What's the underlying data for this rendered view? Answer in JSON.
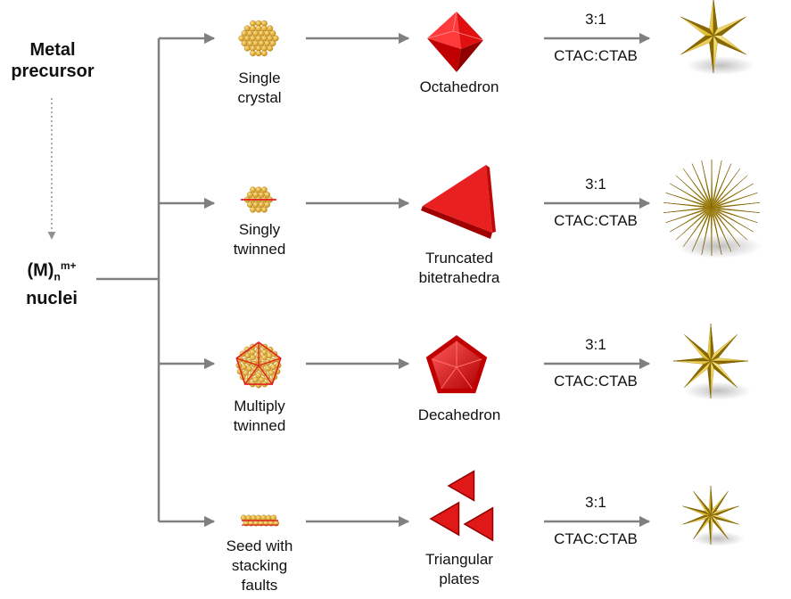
{
  "source": {
    "precursor_line1": "Metal",
    "precursor_line2": "precursor",
    "nuclei_base": "(M)",
    "nuclei_sub": "n",
    "nuclei_sup": "m+",
    "nuclei_line2": "nuclei"
  },
  "rows": [
    {
      "seed_lines": [
        "Single",
        "crystal"
      ],
      "shape_lines": [
        "Octahedron"
      ],
      "ratio": "3:1",
      "surfactant": "CTAC:CTAB",
      "seed_icon": "single-crystal-seed-icon",
      "shape_icon": "octahedron-icon",
      "star_icon": "star-particle-icon"
    },
    {
      "seed_lines": [
        "Singly",
        "twinned"
      ],
      "shape_lines": [
        "Truncated",
        "bitetrahedra"
      ],
      "ratio": "3:1",
      "surfactant": "CTAC:CTAB",
      "seed_icon": "singly-twinned-seed-icon",
      "shape_icon": "truncated-bitetrahedra-icon",
      "star_icon": "spiky-star-particle-icon"
    },
    {
      "seed_lines": [
        "Multiply",
        "twinned"
      ],
      "shape_lines": [
        "Decahedron"
      ],
      "ratio": "3:1",
      "surfactant": "CTAC:CTAB",
      "seed_icon": "multiply-twinned-seed-icon",
      "shape_icon": "decahedron-icon",
      "star_icon": "star-particle-icon"
    },
    {
      "seed_lines": [
        "Seed with",
        "stacking",
        "faults"
      ],
      "shape_lines": [
        "Triangular",
        "plates"
      ],
      "ratio": "3:1",
      "surfactant": "CTAC:CTAB",
      "seed_icon": "stacking-fault-seed-icon",
      "shape_icon": "triangular-plates-icon",
      "star_icon": "star-particle-icon"
    }
  ],
  "colors": {
    "arrow": "#808080",
    "seed_gold": "#e0a020",
    "seed_dark": "#b07810",
    "twin_red": "#e02020",
    "shape_red": "#e01818",
    "shape_dark": "#a00000",
    "star_gold": "#e8c020",
    "star_dark": "#8a6a00"
  }
}
